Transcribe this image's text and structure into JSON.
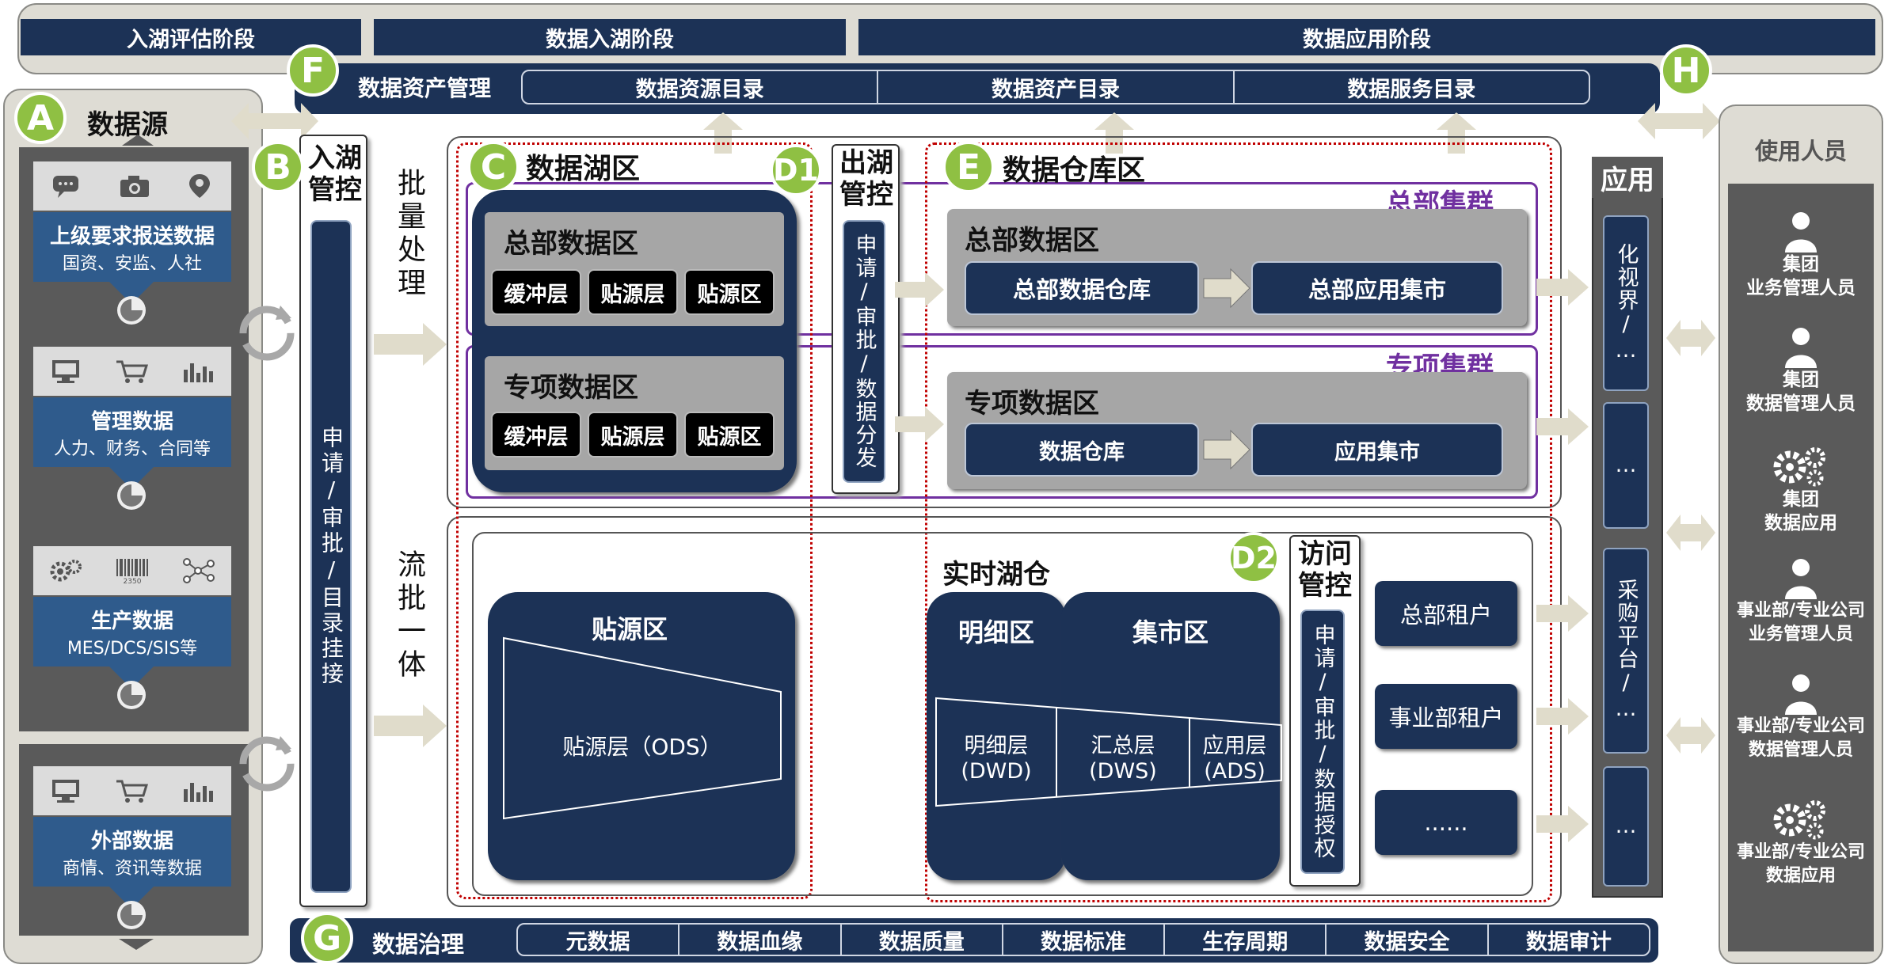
{
  "stages": [
    "入湖评估阶段",
    "数据入湖阶段",
    "数据应用阶段"
  ],
  "asset_mgmt": {
    "badge": "F",
    "title": "数据资产管理",
    "items": [
      "数据资源目录",
      "数据资产目录",
      "数据服务目录"
    ]
  },
  "sources": {
    "badge": "A",
    "title": "数据源",
    "cards": [
      {
        "title": "上级要求报送数据",
        "sub": "国资、安监、人社",
        "icons": [
          "chat-icon",
          "camera-icon",
          "location-icon"
        ]
      },
      {
        "title": "管理数据",
        "sub": "人力、财务、合同等",
        "icons": [
          "monitor-icon",
          "cart-icon",
          "bar-chart-icon"
        ]
      },
      {
        "title": "生产数据",
        "sub": "MES/DCS/SIS等",
        "icons": [
          "gears-icon",
          "barcode-icon",
          "network-icon"
        ],
        "barcode_number": "2350"
      },
      {
        "title": "外部数据",
        "sub": "商情、资讯等数据",
        "icons": [
          "monitor-icon",
          "cart-icon",
          "bar-chart-icon"
        ]
      }
    ]
  },
  "ingest_control": {
    "badge": "B",
    "title": "入湖管控",
    "vertical": "申请/审批/目录挂接"
  },
  "batch_label": "批量处理",
  "stream_label": "流批一体",
  "data_lake": {
    "badge": "C",
    "title": "数据湖区",
    "hq": {
      "title": "总部数据区",
      "layers": [
        "缓冲层",
        "贴源层",
        "贴源区"
      ]
    },
    "special": {
      "title": "专项数据区",
      "layers": [
        "缓冲层",
        "贴源层",
        "贴源区"
      ]
    }
  },
  "egress_control": {
    "badge": "D1",
    "title": "出湖管控",
    "vertical": "申请/审批/数据分发"
  },
  "warehouse": {
    "badge": "E",
    "title": "数据仓库区",
    "hq_cluster": "总部集群",
    "special_cluster": "专项集群",
    "hq": {
      "title": "总部数据区",
      "from": "总部数据仓库",
      "to": "总部应用集市"
    },
    "special": {
      "title": "专项数据区",
      "from": "数据仓库",
      "to": "应用集市"
    }
  },
  "realtime": {
    "title": "实时湖仓",
    "ods_title": "贴源区",
    "ods_layer": "贴源层（ODS）",
    "detail_title": "明细区",
    "mart_title": "集市区",
    "layers": [
      {
        "name": "明细层",
        "code": "(DWD)"
      },
      {
        "name": "汇总层",
        "code": "(DWS)"
      },
      {
        "name": "应用层",
        "code": "(ADS)"
      }
    ]
  },
  "access_control": {
    "badge": "D2",
    "title": "访问管控",
    "vertical": "申请/审批/数据授权"
  },
  "tenants": [
    "总部租户",
    "事业部租户",
    "......"
  ],
  "apps": {
    "title": "应用",
    "items": [
      "化视界/…",
      "…",
      "采购平台/…",
      "…"
    ]
  },
  "users": {
    "badge": "H",
    "title": "使用人员",
    "items": [
      {
        "icon": "person-icon",
        "label": "集团\n业务管理人员"
      },
      {
        "icon": "person-icon",
        "label": "集团\n数据管理人员"
      },
      {
        "icon": "gears-icon",
        "label": "集团\n数据应用"
      },
      {
        "icon": "person-icon",
        "label": "事业部/专业公司\n业务管理人员"
      },
      {
        "icon": "person-icon",
        "label": "事业部/专业公司\n数据管理人员"
      },
      {
        "icon": "gears-icon",
        "label": "事业部/专业公司\n数据应用"
      }
    ]
  },
  "governance": {
    "badge": "G",
    "title": "数据治理",
    "items": [
      "元数据",
      "数据血缘",
      "数据质量",
      "数据标准",
      "生存周期",
      "数据安全",
      "数据审计"
    ]
  },
  "colors": {
    "navy": "#1c3256",
    "green_badge": "#8fc043",
    "purple": "#7030a0",
    "dotted_red": "#c00000",
    "panel_beige": "#dedcd4"
  }
}
